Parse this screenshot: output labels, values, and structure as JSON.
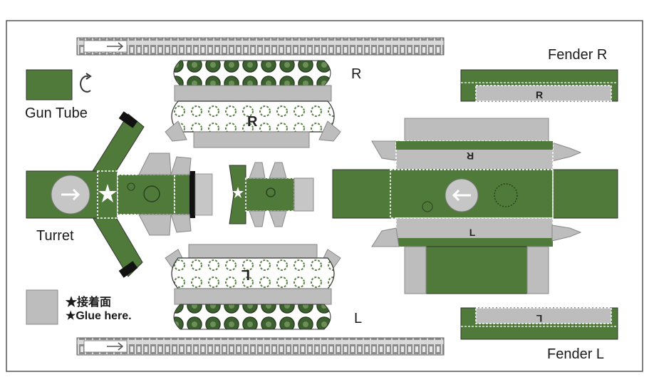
{
  "labels": {
    "fender_r": "Fender R",
    "fender_l": "Fender L",
    "gun_tube": "Gun Tube",
    "turret": "Turret",
    "track_r": "R",
    "track_l": "L",
    "glue_jp": "★接着面",
    "glue_en": "★Glue here."
  },
  "marks": {
    "tread_r": "R",
    "tread_l": "L",
    "fender_r_mark": "R",
    "fender_l_mark": "L",
    "hull_r": "R",
    "hull_l": "L"
  },
  "colors": {
    "olive": "#4f7a3a",
    "olive_dark": "#3d6030",
    "gray": "#bdbdbd",
    "gray_dark": "#9a9a9a",
    "border": "#444444"
  },
  "icons": [
    "rotate-arrow-icon",
    "arrow-right-icon",
    "arrow-left-icon",
    "star-icon"
  ]
}
